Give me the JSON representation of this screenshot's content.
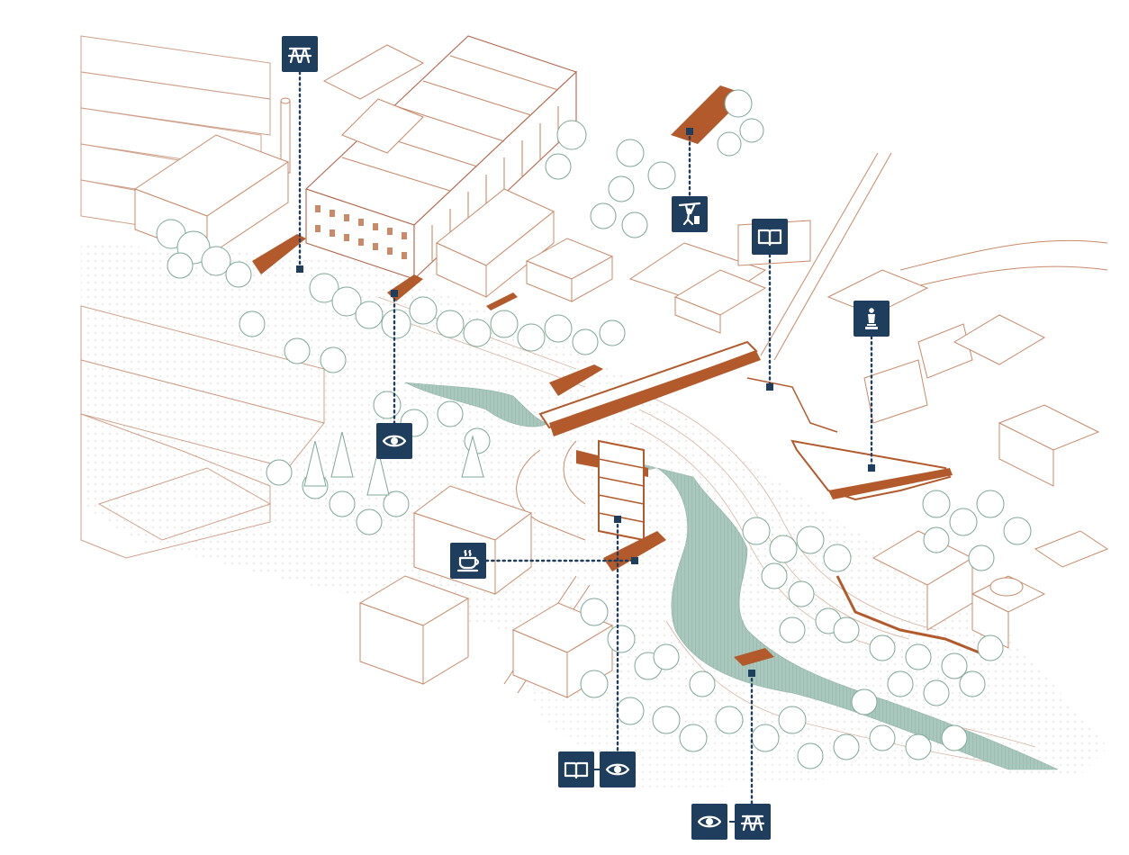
{
  "palette": {
    "building_line": "#c98a6a",
    "timber_deck": "#b35a2c",
    "tree": "#7fa896",
    "water": "#9cbdb3",
    "marker_bg": "#1f3d5c",
    "leader_line": "#1f3d5c",
    "terrain_dots": "#c9c0b8"
  },
  "markers": [
    {
      "name": "picnic-marker-factory",
      "icon": "picnic-table-icon"
    },
    {
      "name": "viewpoint-marker-river-north",
      "icon": "eye-icon"
    },
    {
      "name": "climbing-marker-garden",
      "icon": "climbing-icon"
    },
    {
      "name": "reading-marker-terrace",
      "icon": "open-book-icon"
    },
    {
      "name": "monument-marker-plaza",
      "icon": "statue-icon"
    },
    {
      "name": "cafe-marker-tower",
      "icon": "coffee-cup-icon"
    },
    {
      "name": "reading-marker-tower-base",
      "icon": "open-book-icon"
    },
    {
      "name": "viewpoint-marker-tower-base",
      "icon": "eye-icon"
    },
    {
      "name": "viewpoint-marker-river-deck",
      "icon": "eye-icon"
    },
    {
      "name": "picnic-marker-river-deck",
      "icon": "picnic-table-icon"
    }
  ]
}
